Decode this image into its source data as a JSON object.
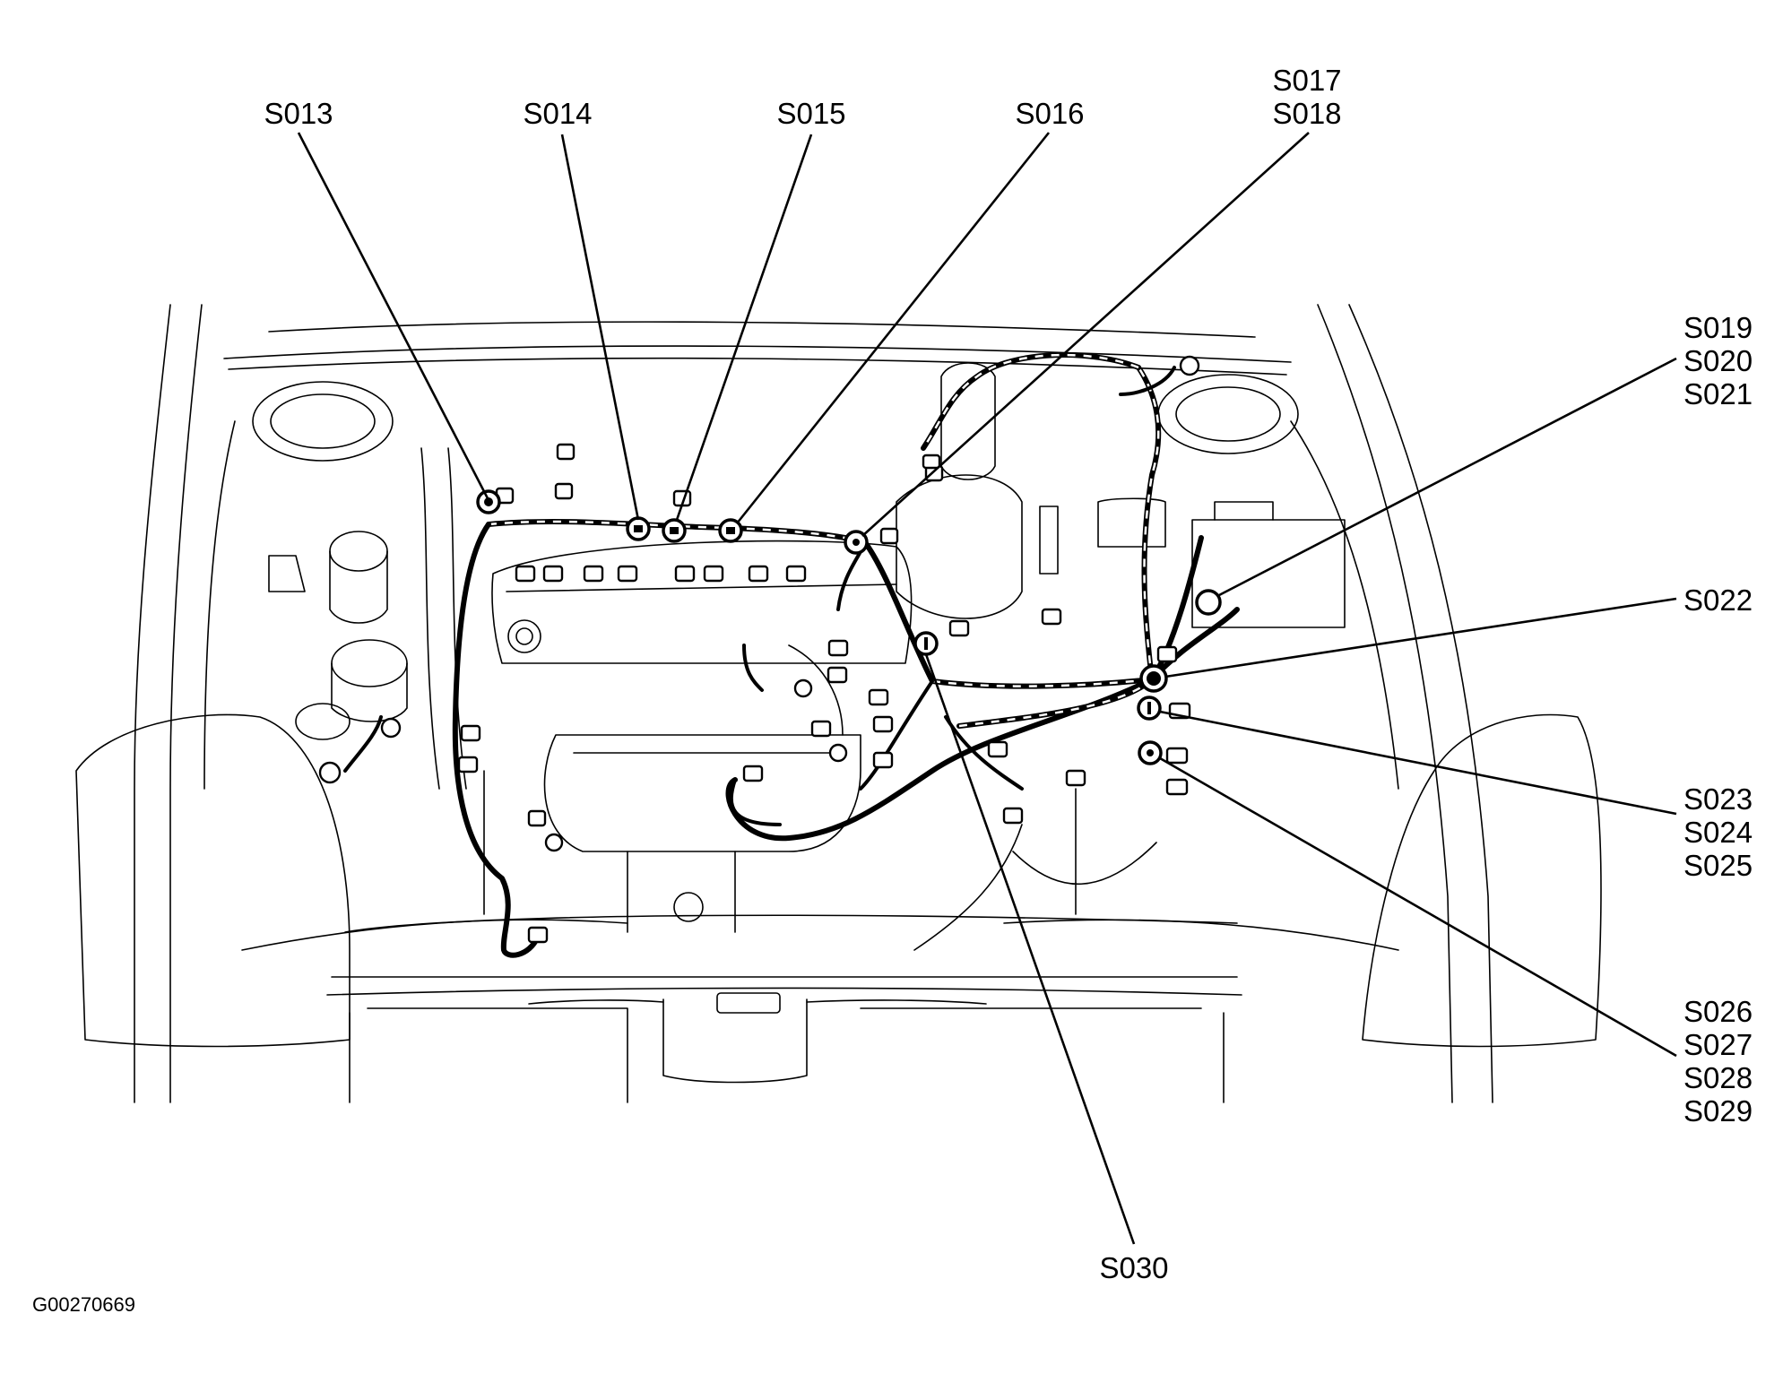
{
  "figure": {
    "id": "G00270669"
  },
  "callouts": {
    "s013": [
      "S013"
    ],
    "s014": [
      "S014"
    ],
    "s015": [
      "S015"
    ],
    "s016": [
      "S016"
    ],
    "s017": [
      "S017",
      "S018"
    ],
    "s019": [
      "S019",
      "S020",
      "S021"
    ],
    "s022": [
      "S022"
    ],
    "s023": [
      "S023",
      "S024",
      "S025"
    ],
    "s026": [
      "S026",
      "S027",
      "S028",
      "S029"
    ],
    "s030": [
      "S030"
    ]
  },
  "colors": {
    "line": "#000000",
    "background": "#ffffff"
  }
}
